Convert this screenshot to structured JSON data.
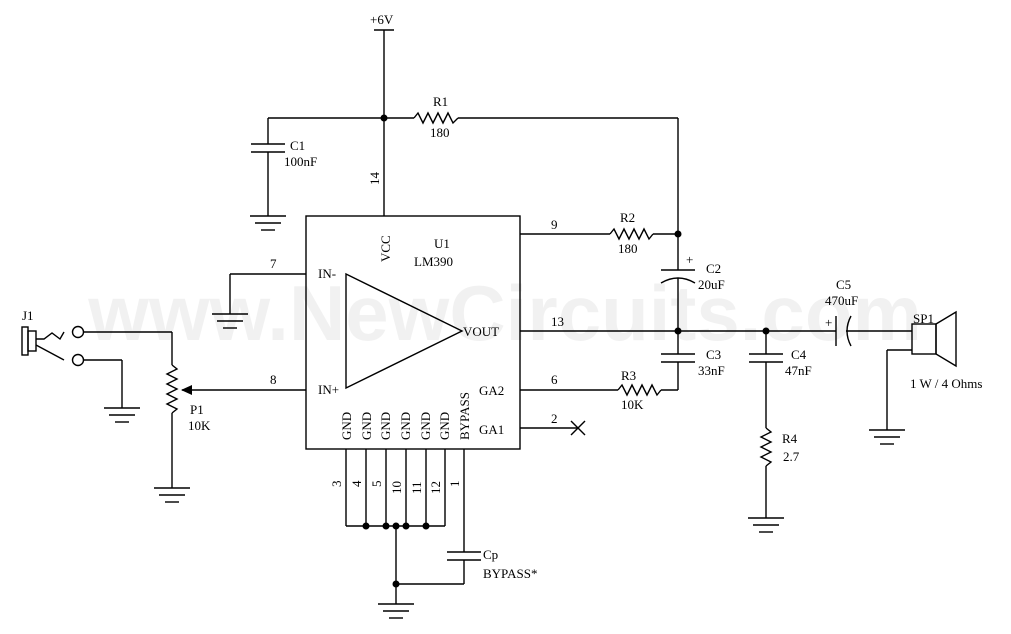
{
  "supply": "+6V",
  "watermark": "www.NewCircuits.com",
  "u1": {
    "ref": "U1",
    "part": "LM390",
    "vcc": "VCC",
    "in_minus": "IN-",
    "in_plus": "IN+",
    "vout": "VOUT",
    "ga2": "GA2",
    "ga1": "GA1",
    "bypass": "BYPASS",
    "gnd": "GND",
    "pins": {
      "vcc": "14",
      "in_minus": "7",
      "in_plus": "8",
      "r2": "9",
      "vout": "13",
      "ga2": "6",
      "ga1": "2",
      "gnd1": "3",
      "gnd2": "4",
      "gnd3": "5",
      "gnd4": "10",
      "gnd5": "11",
      "gnd6": "12",
      "bypass": "1"
    }
  },
  "components": {
    "r1": {
      "ref": "R1",
      "value": "180"
    },
    "r2": {
      "ref": "R2",
      "value": "180"
    },
    "r3": {
      "ref": "R3",
      "value": "10K"
    },
    "r4": {
      "ref": "R4",
      "value": "2.7"
    },
    "c1": {
      "ref": "C1",
      "value": "100nF"
    },
    "c2": {
      "ref": "C2",
      "value": "20uF",
      "polarity": "+"
    },
    "c3": {
      "ref": "C3",
      "value": "33nF"
    },
    "c4": {
      "ref": "C4",
      "value": "47nF"
    },
    "c5": {
      "ref": "C5",
      "value": "470uF",
      "polarity": "+"
    },
    "cp": {
      "ref": "Cp",
      "value": "BYPASS*"
    },
    "p1": {
      "ref": "P1",
      "value": "10K"
    },
    "j1": {
      "ref": "J1"
    },
    "sp1": {
      "ref": "SP1",
      "value": "1 W / 4 Ohms"
    }
  }
}
